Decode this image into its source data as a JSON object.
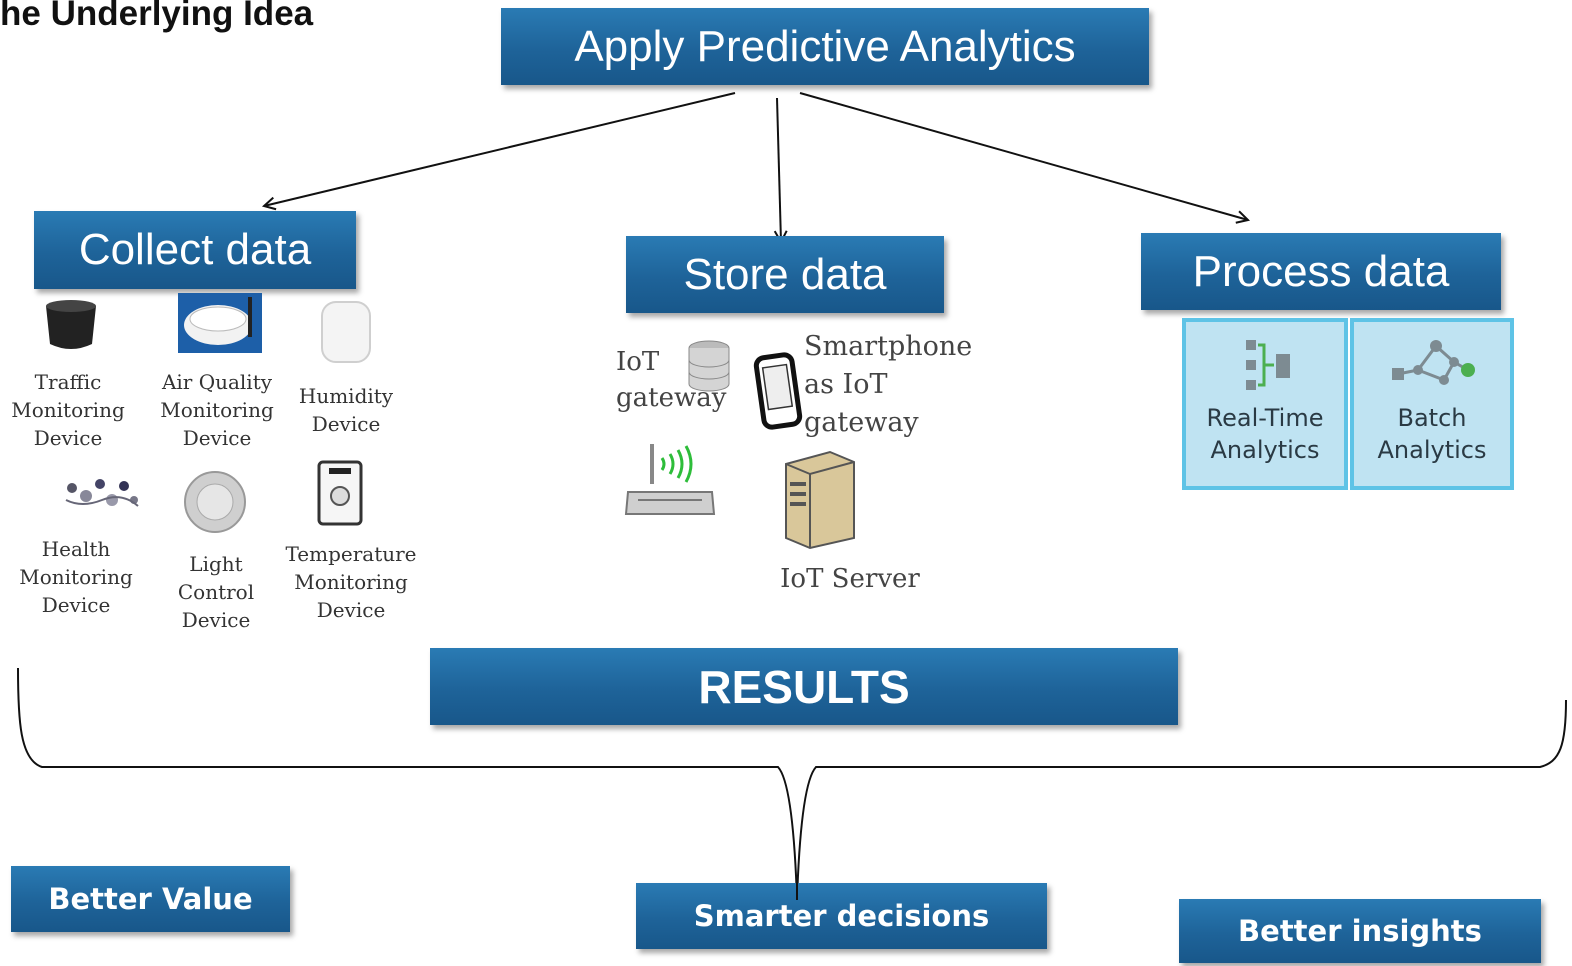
{
  "slide_title": "he Underlying Idea",
  "top_box": "Apply Predictive Analytics",
  "collect": {
    "header": "Collect data",
    "devices": [
      {
        "name": "traffic",
        "label": "Traffic\nMonitoring\nDevice"
      },
      {
        "name": "air-quality",
        "label": "Air Quality\nMonitoring\nDevice"
      },
      {
        "name": "humidity",
        "label": "Humidity\nDevice"
      },
      {
        "name": "health",
        "label": "Health\nMonitoring\nDevice"
      },
      {
        "name": "light",
        "label": "Light\nControl\nDevice"
      },
      {
        "name": "temperature",
        "label": "Temperature\nMonitoring\nDevice"
      }
    ]
  },
  "store": {
    "header": "Store data",
    "iot_gateway": "IoT\ngateway",
    "smartphone": "Smartphone\nas IoT gateway",
    "server": "IoT Server"
  },
  "process": {
    "header": "Process data",
    "realtime": "Real-Time\nAnalytics",
    "batch": "Batch\nAnalytics"
  },
  "results": "RESULTS",
  "outcomes": {
    "value": "Better Value",
    "decisions": "Smarter decisions",
    "insights": "Better insights"
  },
  "colors": {
    "box_blue": "#1e6399",
    "tile_bg": "#bfe3f2",
    "tile_border": "#5ec3e6",
    "green_node": "#4caf50"
  }
}
